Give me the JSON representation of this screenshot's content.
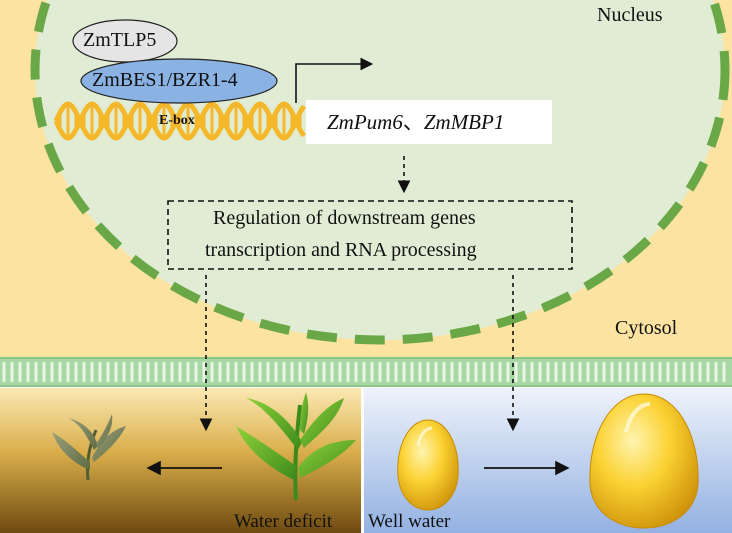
{
  "compartments": {
    "nucleus": "Nucleus",
    "cytosol": "Cytosol"
  },
  "proteins": {
    "tlp": "ZmTLP5",
    "bes": "ZmBES1/BZR1-4"
  },
  "promoter": {
    "element": "E-box"
  },
  "targets": {
    "gene1": "ZmPum6",
    "separator": "、",
    "gene2": "ZmMBP1"
  },
  "regulation": {
    "line1": "Regulation of downstream genes",
    "line2": "transcription and RNA processing"
  },
  "conditions": {
    "left": "Water deficit",
    "right": "Well water"
  },
  "colors": {
    "cytosol_bg": "#fce3a2",
    "nucleus_bg": "#e0edd4",
    "nuclear_envelope": "#6aa746",
    "membrane": "#a8d8a4",
    "dna": "#f5b82a",
    "tlp_fill": "#e5e5e5",
    "bes_fill": "#8ab2e2",
    "soil_dark": "#6e4a10",
    "soil_light": "#d2a541",
    "water_top": "#eef3fb",
    "water_bottom": "#93b1e2",
    "kernel": "#f6c125"
  }
}
